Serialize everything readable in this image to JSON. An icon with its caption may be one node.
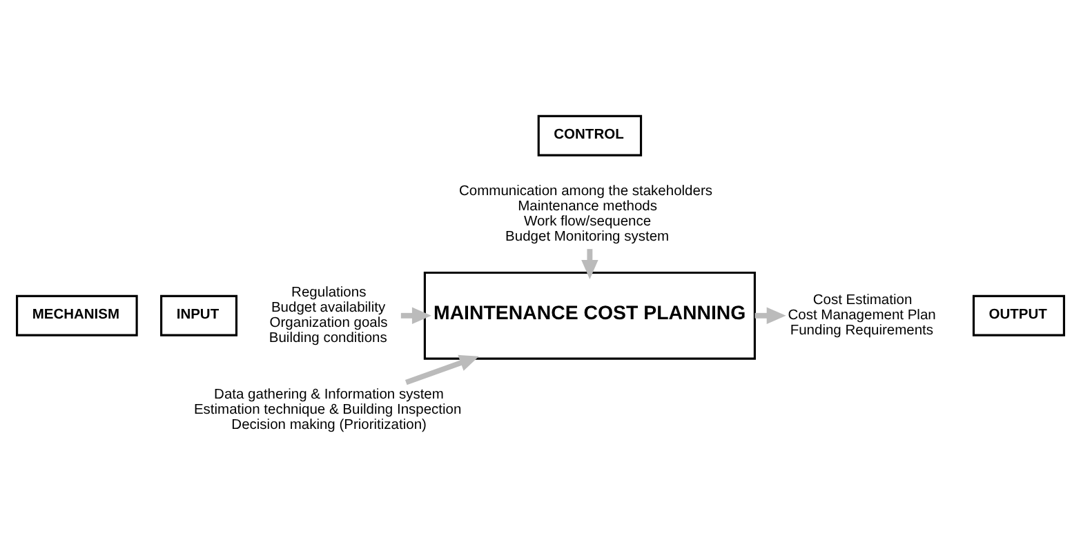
{
  "diagram": {
    "nodes": [
      {
        "text": [
          "CONTROL"
        ]
      },
      {
        "text": [
          "Communication among the stakeholders",
          "Maintenance methods",
          "Work flow/sequence",
          "Budget Monitoring system"
        ]
      },
      {
        "text": [
          "INPUT"
        ]
      },
      {
        "text": [
          "Regulations",
          "Budget availability",
          "Organization goals",
          "Building conditions"
        ]
      },
      {
        "text": [
          "MAINTENANCE COST PLANNING"
        ]
      },
      {
        "text": [
          "Cost Estimation",
          "Cost Management Plan",
          "Funding Requirements"
        ]
      },
      {
        "text": [
          "OUTPUT"
        ]
      },
      {
        "text": [
          "Data gathering & Information system",
          "Estimation technique & Building Inspection",
          "Decision making (Prioritization)"
        ]
      },
      {
        "text": [
          "MECHANISM"
        ]
      }
    ],
    "edges": [
      {
        "from": 1,
        "to": 4,
        "arrow": "to"
      },
      {
        "from": 3,
        "to": 4,
        "arrow": "to"
      },
      {
        "from": 7,
        "to": 4,
        "arrow": "to"
      },
      {
        "from": 4,
        "to": 5,
        "arrow": "to"
      }
    ]
  }
}
